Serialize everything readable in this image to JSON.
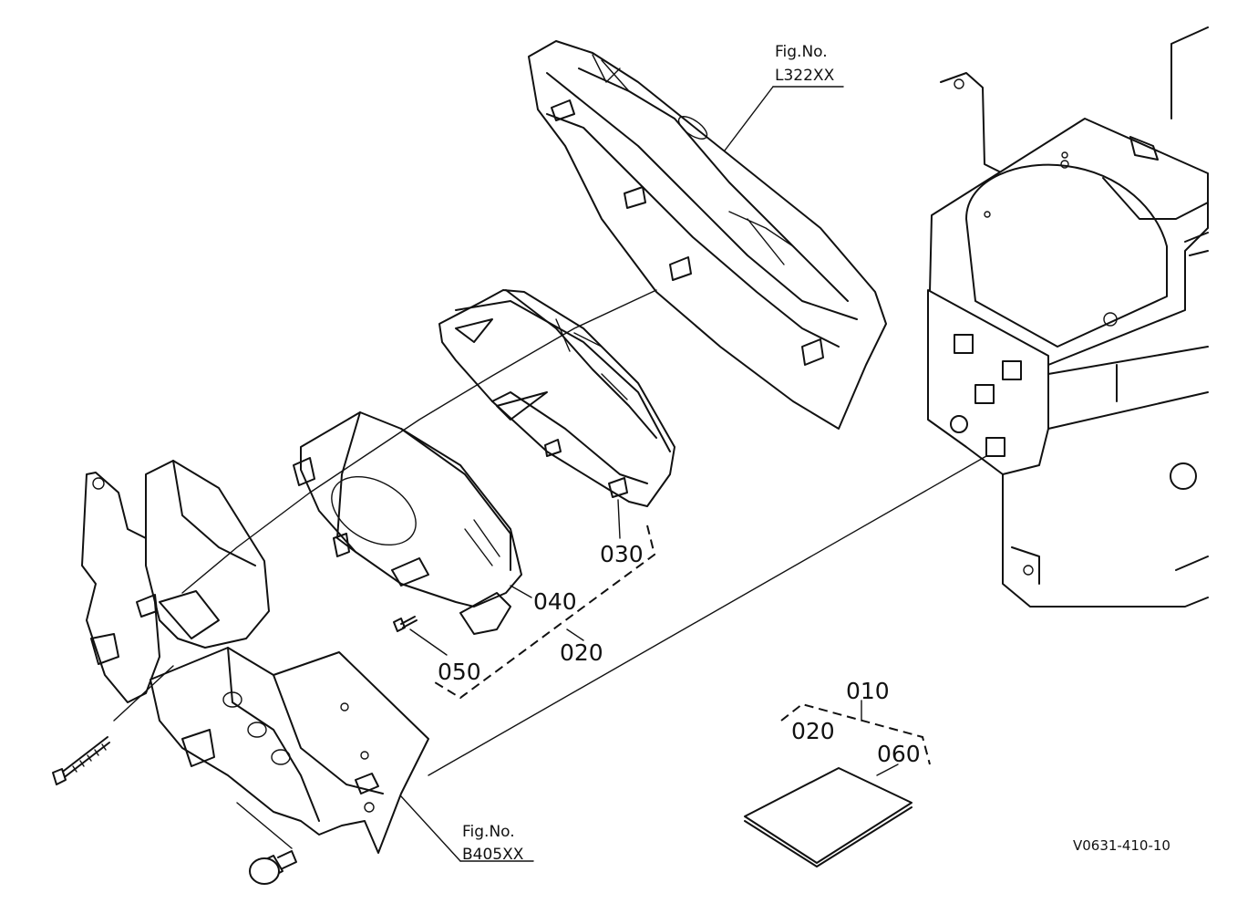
{
  "diagram": {
    "fig_refs": [
      {
        "line1": "Fig.No.",
        "line2": "L322XX"
      },
      {
        "line1": "Fig.No.",
        "line2": "B405XX"
      }
    ],
    "part_labels": {
      "p010": "010",
      "p020_kit": "020",
      "p020_sub": "020",
      "p030": "030",
      "p040": "040",
      "p050": "050",
      "p060": "060"
    },
    "drawing_code": "V0631-410-10"
  }
}
